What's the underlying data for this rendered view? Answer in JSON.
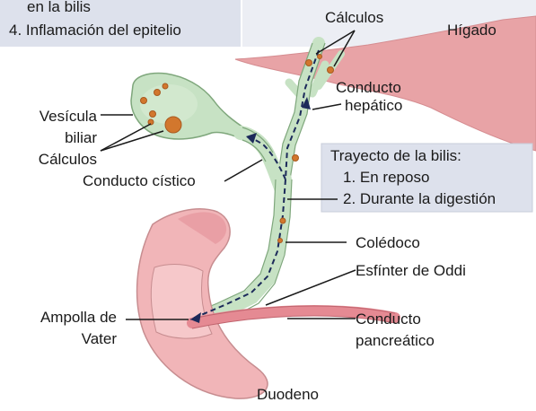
{
  "title_box": {
    "line1": "en la bilis",
    "line2": "4. Inflamación del epitelio"
  },
  "labels": {
    "calculos_top": "Cálculos",
    "higado": "Hígado",
    "conducto_hepatico_1": "Conducto",
    "conducto_hepatico_2": "hepático",
    "vesicula_1": "Vesícula",
    "vesicula_2": "biliar",
    "calculos_left": "Cálculos",
    "conducto_cistico": "Conducto cístico",
    "coledoco": "Colédoco",
    "esfinter": "Esfínter de Oddi",
    "ampolla_1": "Ampolla de",
    "ampolla_2": "Vater",
    "pancreatico_1": "Conducto",
    "pancreatico_2": "pancreático",
    "duodeno": "Duodeno"
  },
  "trayecto": {
    "title": "Trayecto de la bilis:",
    "item1": "1. En reposo",
    "item2": "2. Durante la digestión"
  },
  "colors": {
    "liver": "#e8a3a6",
    "bile_duct": "#c7e2c4",
    "duodenum": "#f1b5b8",
    "pancreatic": "#e58a93",
    "panel": "#dde1ec",
    "stone": "#d2772d"
  }
}
